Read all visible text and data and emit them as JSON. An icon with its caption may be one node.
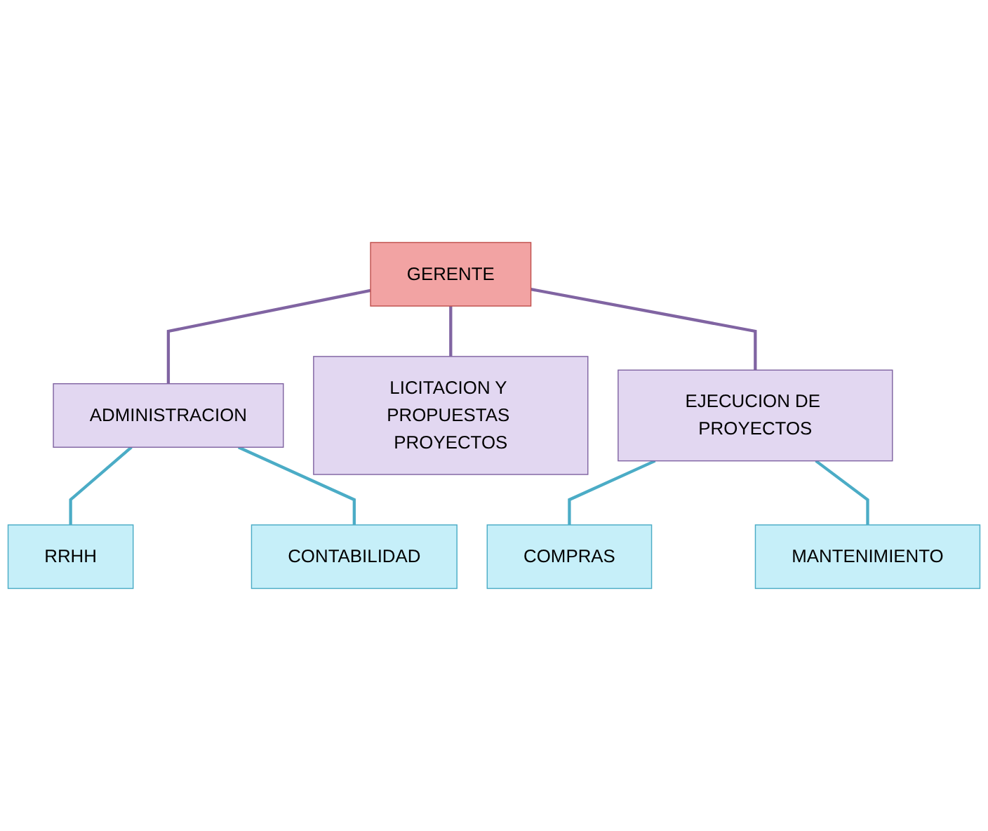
{
  "diagram": {
    "nodes": [
      {
        "text": [
          "GERENTE"
        ]
      },
      {
        "text": [
          "ADMINISTRACION"
        ]
      },
      {
        "text": [
          "LICITACION Y PROPUESTAS PROYECTOS"
        ]
      },
      {
        "text": [
          "EJECUCION DE PROYECTOS"
        ]
      },
      {
        "text": [
          "RRHH"
        ]
      },
      {
        "text": [
          "CONTABILIDAD"
        ]
      },
      {
        "text": [
          "COMPRAS"
        ]
      },
      {
        "text": [
          "MANTENIMIENTO"
        ]
      }
    ],
    "edges": [
      {
        "from": 0,
        "to": 1,
        "arrow": "none",
        "color": "#8064a2"
      },
      {
        "from": 0,
        "to": 2,
        "arrow": "none",
        "color": "#8064a2"
      },
      {
        "from": 0,
        "to": 3,
        "arrow": "none",
        "color": "#8064a2"
      },
      {
        "from": 1,
        "to": 4,
        "arrow": "none",
        "color": "#4bacc6"
      },
      {
        "from": 1,
        "to": 5,
        "arrow": "none",
        "color": "#4bacc6"
      },
      {
        "from": 3,
        "to": 6,
        "arrow": "none",
        "color": "#4bacc6"
      },
      {
        "from": 3,
        "to": 7,
        "arrow": "none",
        "color": "#4bacc6"
      }
    ]
  }
}
